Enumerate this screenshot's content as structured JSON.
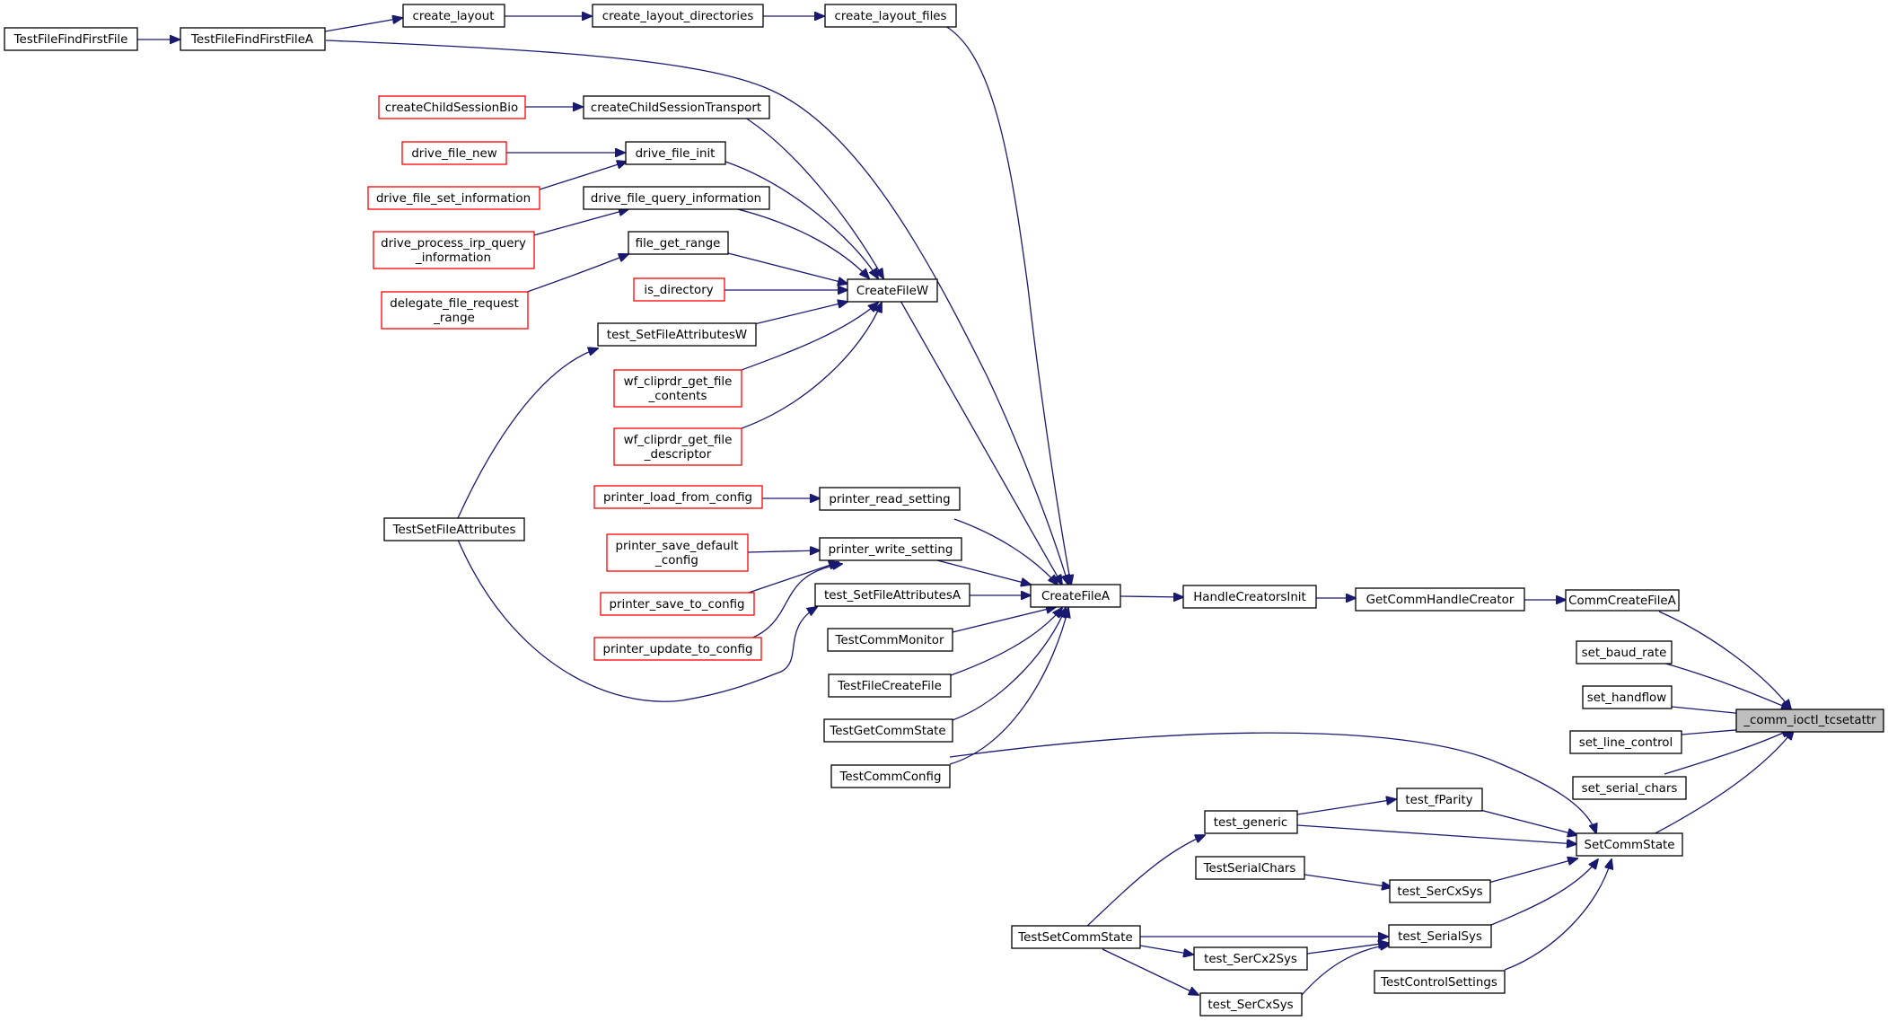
{
  "colors": {
    "edge": "#191970",
    "normal_border": "#000000",
    "red_border": "#ff0000",
    "focus_fill": "#bfbfbf"
  },
  "nodes": {
    "n_target": {
      "lines": [
        "_comm_ioctl_tcsetattr"
      ],
      "style": "focus"
    },
    "n_CommCreateFileA": {
      "lines": [
        "CommCreateFileA"
      ],
      "style": "normal"
    },
    "n_set_baud_rate": {
      "lines": [
        "set_baud_rate"
      ],
      "style": "normal"
    },
    "n_set_handflow": {
      "lines": [
        "set_handflow"
      ],
      "style": "normal"
    },
    "n_set_line_control": {
      "lines": [
        "set_line_control"
      ],
      "style": "normal"
    },
    "n_set_serial_chars": {
      "lines": [
        "set_serial_chars"
      ],
      "style": "normal"
    },
    "n_SetCommState": {
      "lines": [
        "SetCommState"
      ],
      "style": "normal"
    },
    "n_GetCommHandleCreator": {
      "lines": [
        "GetCommHandleCreator"
      ],
      "style": "normal"
    },
    "n_HandleCreatorsInit": {
      "lines": [
        "HandleCreatorsInit"
      ],
      "style": "normal"
    },
    "n_CreateFileA": {
      "lines": [
        "CreateFileA"
      ],
      "style": "normal"
    },
    "n_CreateFileW": {
      "lines": [
        "CreateFileW"
      ],
      "style": "normal"
    },
    "n_create_layout_files": {
      "lines": [
        "create_layout_files"
      ],
      "style": "normal"
    },
    "n_create_layout_directories": {
      "lines": [
        "create_layout_directories"
      ],
      "style": "normal"
    },
    "n_create_layout": {
      "lines": [
        "create_layout"
      ],
      "style": "normal"
    },
    "n_TestFileFindFirstFileA": {
      "lines": [
        "TestFileFindFirstFileA"
      ],
      "style": "normal"
    },
    "n_TestFileFindFirstFile": {
      "lines": [
        "TestFileFindFirstFile"
      ],
      "style": "normal"
    },
    "n_createChildSessionTransport": {
      "lines": [
        "createChildSessionTransport"
      ],
      "style": "normal"
    },
    "n_createChildSessionBio": {
      "lines": [
        "createChildSessionBio"
      ],
      "style": "red"
    },
    "n_drive_file_init": {
      "lines": [
        "drive_file_init"
      ],
      "style": "normal"
    },
    "n_drive_file_new": {
      "lines": [
        "drive_file_new"
      ],
      "style": "red"
    },
    "n_drive_file_set_information": {
      "lines": [
        "drive_file_set_information"
      ],
      "style": "red"
    },
    "n_drive_file_query_information": {
      "lines": [
        "drive_file_query_information"
      ],
      "style": "normal"
    },
    "n_drive_process_irp_query_information": {
      "lines": [
        "drive_process_irp_query",
        "_information"
      ],
      "style": "red"
    },
    "n_file_get_range": {
      "lines": [
        "file_get_range"
      ],
      "style": "normal"
    },
    "n_delegate_file_request_range": {
      "lines": [
        "delegate_file_request",
        "_range"
      ],
      "style": "red"
    },
    "n_is_directory": {
      "lines": [
        "is_directory"
      ],
      "style": "red"
    },
    "n_test_SetFileAttributesW": {
      "lines": [
        "test_SetFileAttributesW"
      ],
      "style": "normal"
    },
    "n_wf_cliprdr_get_file_contents": {
      "lines": [
        "wf_cliprdr_get_file",
        "_contents"
      ],
      "style": "red"
    },
    "n_wf_cliprdr_get_file_descriptor": {
      "lines": [
        "wf_cliprdr_get_file",
        "_descriptor"
      ],
      "style": "red"
    },
    "n_TestSetFileAttributes": {
      "lines": [
        "TestSetFileAttributes"
      ],
      "style": "normal"
    },
    "n_printer_read_setting": {
      "lines": [
        "printer_read_setting"
      ],
      "style": "normal"
    },
    "n_printer_load_from_config": {
      "lines": [
        "printer_load_from_config"
      ],
      "style": "red"
    },
    "n_printer_write_setting": {
      "lines": [
        "printer_write_setting"
      ],
      "style": "normal"
    },
    "n_printer_save_default_config": {
      "lines": [
        "printer_save_default",
        "_config"
      ],
      "style": "red"
    },
    "n_printer_save_to_config": {
      "lines": [
        "printer_save_to_config"
      ],
      "style": "red"
    },
    "n_printer_update_to_config": {
      "lines": [
        "printer_update_to_config"
      ],
      "style": "red"
    },
    "n_test_SetFileAttributesA": {
      "lines": [
        "test_SetFileAttributesA"
      ],
      "style": "normal"
    },
    "n_TestCommMonitor": {
      "lines": [
        "TestCommMonitor"
      ],
      "style": "normal"
    },
    "n_TestFileCreateFile": {
      "lines": [
        "TestFileCreateFile"
      ],
      "style": "normal"
    },
    "n_TestGetCommState": {
      "lines": [
        "TestGetCommState"
      ],
      "style": "normal"
    },
    "n_TestCommConfig": {
      "lines": [
        "TestCommConfig"
      ],
      "style": "normal"
    },
    "n_test_fParity": {
      "lines": [
        "test_fParity"
      ],
      "style": "normal"
    },
    "n_test_generic": {
      "lines": [
        "test_generic"
      ],
      "style": "normal"
    },
    "n_TestSerialChars": {
      "lines": [
        "TestSerialChars"
      ],
      "style": "normal"
    },
    "n_test_SerCxSys_upper": {
      "lines": [
        "test_SerCxSys"
      ],
      "style": "normal"
    },
    "n_test_SerialSys": {
      "lines": [
        "test_SerialSys"
      ],
      "style": "normal"
    },
    "n_TestSetCommState": {
      "lines": [
        "TestSetCommState"
      ],
      "style": "normal"
    },
    "n_test_SerCx2Sys": {
      "lines": [
        "test_SerCx2Sys"
      ],
      "style": "normal"
    },
    "n_test_SerCxSys_lower": {
      "lines": [
        "test_SerCxSys"
      ],
      "style": "normal"
    },
    "n_TestControlSettings": {
      "lines": [
        "TestControlSettings"
      ],
      "style": "normal"
    }
  }
}
